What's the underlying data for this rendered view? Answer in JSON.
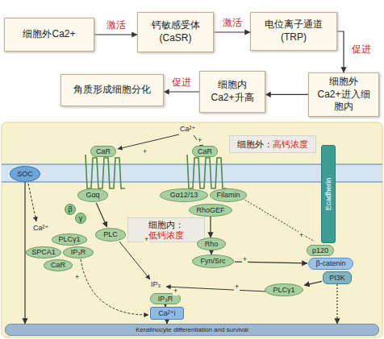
{
  "diagram": {
    "nodes": [
      {
        "text": [
          "细胞外Ca2+"
        ]
      },
      {
        "text": [
          "钙敏感受体 (CaSR)"
        ]
      },
      {
        "text": [
          "电位离子通道 (TRP)"
        ]
      },
      {
        "text": [
          "细胞外Ca2+进入细胞内"
        ]
      },
      {
        "text": [
          "细胞内Ca2+升高"
        ]
      },
      {
        "text": [
          "角质形成细胞分化"
        ]
      },
      {
        "text": [
          "细胞外：",
          "高钙浓度"
        ]
      },
      {
        "text": [
          "CaR"
        ]
      },
      {
        "text": [
          "CaR"
        ]
      },
      {
        "text": [
          "SOC"
        ]
      },
      {
        "text": [
          "Gαq"
        ]
      },
      {
        "text": [
          "Gα12/13"
        ]
      },
      {
        "text": [
          "Filamin"
        ]
      },
      {
        "text": [
          "Ecadherin"
        ]
      },
      {
        "text": [
          "β"
        ]
      },
      {
        "text": [
          "γ"
        ]
      },
      {
        "text": [
          "RhoGEF"
        ]
      },
      {
        "text": [
          "细胞内：",
          "低钙浓度"
        ]
      },
      {
        "text": [
          "PLC"
        ]
      },
      {
        "text": [
          "PLCγ1"
        ]
      },
      {
        "text": [
          "Rho"
        ]
      },
      {
        "text": [
          "p120"
        ]
      },
      {
        "text": [
          "SPCA1"
        ]
      },
      {
        "text": [
          "IP₃R"
        ]
      },
      {
        "text": [
          "β-catenin"
        ]
      },
      {
        "text": [
          "Fyn/Src"
        ]
      },
      {
        "text": [
          "CaR"
        ]
      },
      {
        "text": [
          "PI3K"
        ]
      },
      {
        "text": [
          "PLCγ1"
        ]
      },
      {
        "text": [
          "IP₃R"
        ]
      },
      {
        "text": [
          "Ca²⁺i"
        ]
      },
      {
        "text": [
          "Keratinocyte differentiation and survival"
        ]
      }
    ],
    "edges": [
      {
        "from": 0,
        "to": 1,
        "arrow": "to",
        "label": "激活"
      },
      {
        "from": 1,
        "to": 2,
        "arrow": "to",
        "label": "激活"
      },
      {
        "from": 2,
        "to": 3,
        "arrow": "to",
        "label": "促进"
      },
      {
        "from": 3,
        "to": 4,
        "arrow": "to"
      },
      {
        "from": 4,
        "to": 5,
        "arrow": "to",
        "label": "促进"
      },
      {
        "from": 10,
        "to": 18,
        "arrow": "to"
      },
      {
        "from": 16,
        "to": 20,
        "arrow": "to"
      },
      {
        "from": 20,
        "to": 25,
        "arrow": "to"
      },
      {
        "from": 25,
        "to": 24,
        "arrow": "to"
      },
      {
        "from": 27,
        "to": 28,
        "arrow": "to"
      },
      {
        "from": 29,
        "to": 30,
        "arrow": "to"
      },
      {
        "from": 30,
        "to": 31,
        "arrow": "to"
      },
      {
        "from": 9,
        "to": 31,
        "arrow": "to"
      },
      {
        "from": 27,
        "to": 31,
        "arrow": "to"
      }
    ],
    "labels": [
      "Ca²⁺",
      "Ca²⁺",
      "IP₃",
      "+",
      "+",
      "+",
      "+",
      "+",
      "+",
      "+",
      "+"
    ]
  }
}
